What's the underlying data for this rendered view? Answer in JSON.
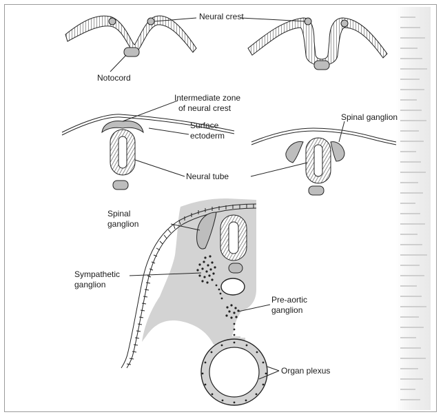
{
  "labels": {
    "neural_crest": "Neural crest",
    "notocord": "Notocord",
    "intermediate_zone_1": "Intermediate zone",
    "intermediate_zone_2": "of neural crest",
    "surface_1": "Surface",
    "surface_2": "ectoderm",
    "spinal_ganglion": "Spinal ganglion",
    "neural_tube": "Neural tube",
    "spinal_1": "Spinal",
    "spinal_2": "ganglion",
    "sympathetic_1": "Sympathetic",
    "sympathetic_2": "ganglion",
    "preaortic_1": "Pre-aortic",
    "preaortic_2": "ganglion",
    "organ_plexus": "Organ plexus"
  },
  "colors": {
    "grey_fill": "#d3d3d3",
    "structure_fill": "#bdbdbd",
    "line": "#222222"
  }
}
